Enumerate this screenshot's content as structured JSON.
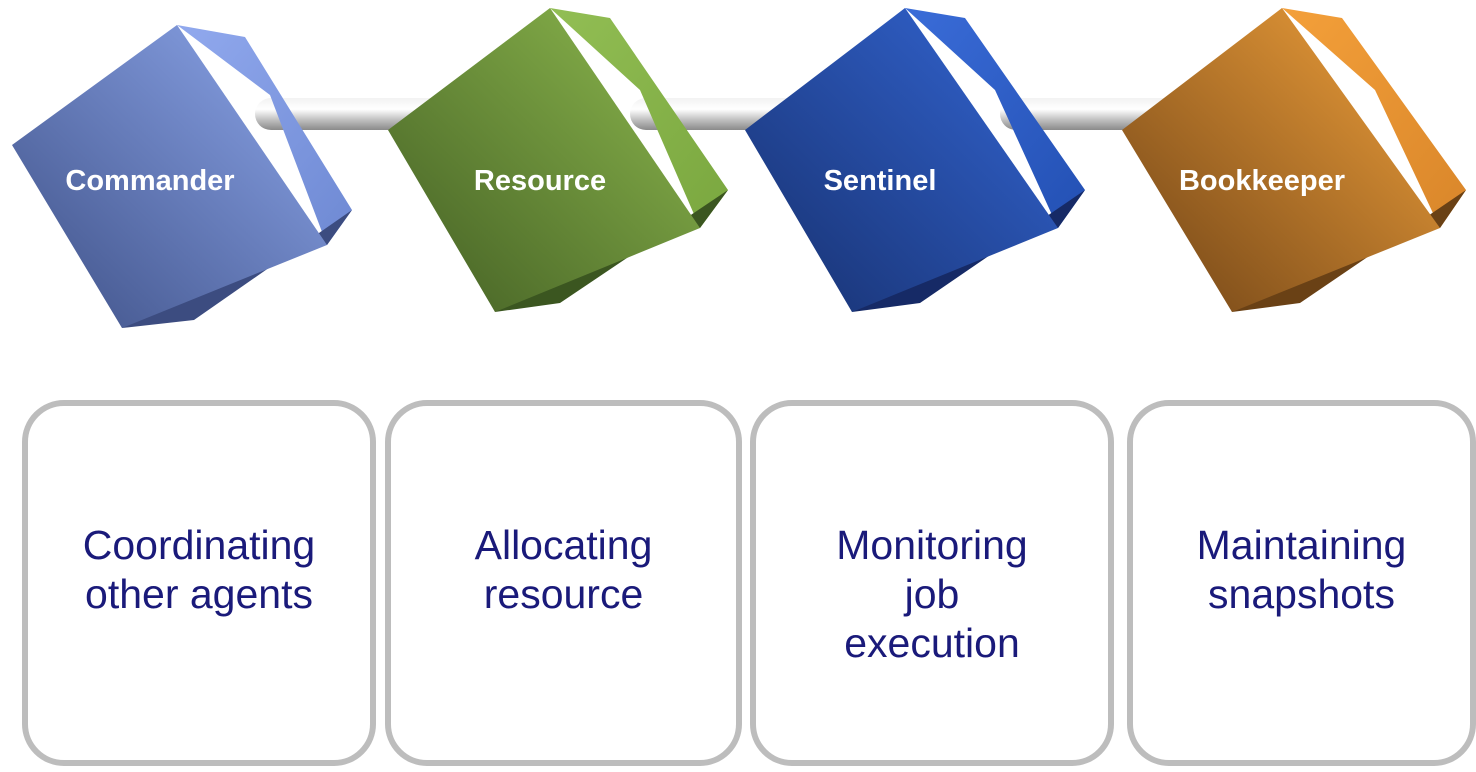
{
  "agents": [
    {
      "name": "Commander",
      "description": "Coordinating\nother agents",
      "color": "#7f9be0"
    },
    {
      "name": "Resource",
      "description": "Allocating\nresource",
      "color": "#8cb34f"
    },
    {
      "name": "Sentinel",
      "description": "Monitoring\njob\nexecution",
      "color": "#2a5cc9"
    },
    {
      "name": "Bookkeeper",
      "description": "Maintaining\nsnapshots",
      "color": "#ee9933"
    }
  ],
  "connector_color": "#c8c8c8",
  "box_border_color": "#bdbdbd",
  "description_text_color": "#1a1a7a"
}
